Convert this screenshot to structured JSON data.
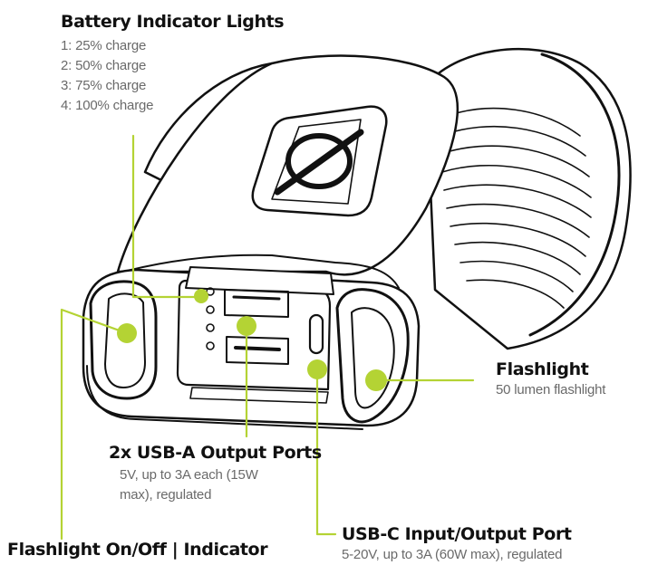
{
  "accent_color": "#b4d334",
  "callouts": {
    "battery": {
      "title": "Battery Indicator Lights",
      "lines": [
        "1: 25% charge",
        "2: 50% charge",
        "3: 75% charge",
        "4: 100% charge"
      ]
    },
    "flashlight": {
      "title": "Flashlight",
      "desc": "50 lumen flashlight"
    },
    "usb_a": {
      "title": "2x USB-A Output Ports",
      "desc": "5V, up to 3A each (15W max), regulated"
    },
    "usb_c": {
      "title": "USB-C Input/Output Port",
      "desc": "5-20V, up to 3A (60W max), regulated"
    },
    "switch": {
      "title": "Flashlight On/Off | Indicator"
    }
  }
}
